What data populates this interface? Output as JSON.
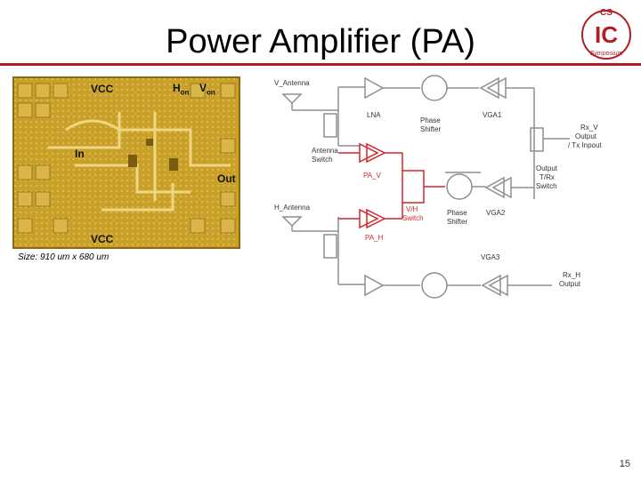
{
  "slide": {
    "title": "Power Amplifier (PA)",
    "page_number": "15",
    "size_caption": "Size: 910 um x 680 um"
  },
  "logo": {
    "top_text": "CS",
    "center_text": "IC",
    "ring_text": "Symposium"
  },
  "chip_labels": {
    "vcc_top": "VCC",
    "h_on": "H",
    "h_on_sub": "on",
    "v_on": "V",
    "v_on_sub": "on",
    "in": "In",
    "out": "Out",
    "vcc_bottom": "VCC"
  },
  "diagram": {
    "v_antenna": "V_Antenna",
    "h_antenna": "H_Antenna",
    "lna": "LNA",
    "phase_shifter_1": [
      "Phase",
      "Shifter"
    ],
    "vga1": "VGA1",
    "antenna_switch": [
      "Antenna",
      "Switch"
    ],
    "rx_v_output": [
      "Rx_V",
      "Output",
      "/ Tx Inpout"
    ],
    "pa_v": "PA_V",
    "pa_h": "PA_H",
    "vh_switch": [
      "V/H",
      "Switch"
    ],
    "phase_shifter_2": [
      "Phase",
      "Shifter"
    ],
    "vga2": "VGA2",
    "output_switch": [
      "Output",
      "T/Rx",
      "Switch"
    ],
    "vga3": "VGA3",
    "rx_h_output": [
      "Rx_H",
      "Output"
    ]
  },
  "colors": {
    "accent_red": "#b01e23",
    "pa_red": "#d0262c",
    "chip_gold": "#c9a12a",
    "diagram_gray": "#8a8f94"
  }
}
